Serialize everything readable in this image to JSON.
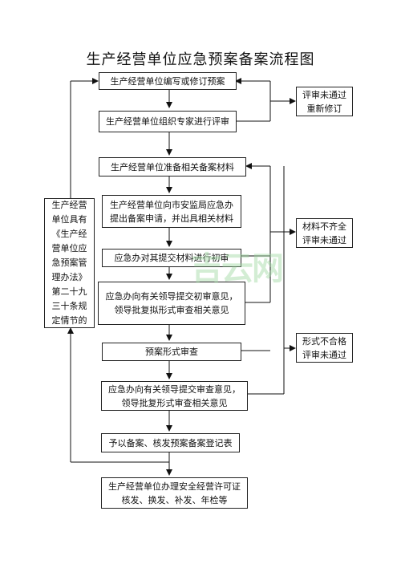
{
  "title": "生产经营单位应急预案备案流程图",
  "steps": [
    "生产经营单位编写或修订预案",
    "生产经营单位组织专家进行评审",
    "生产经营单位准备相关备案材料",
    "生产经营单位向市安监局应急办提出备案申请，并出具相关材料",
    "应急办对其提交材料进行初审",
    "应急办向有关领导提交初审意见，领导批复拟形式审查相关意见",
    "预案形式审查",
    "应急办向有关领导提交审查意见，领导批复形式审查相关意见",
    "予以备案、核发预案备案登记表",
    "生产经营单位办理安全经营许可证核发、换发、补发、年检等"
  ],
  "side_notes": [
    "评审未通过重新修订",
    "材料不齐全评审未通过",
    "形式不合格评审未通过"
  ],
  "left_note": "生产经营单位具有《生产经营单位应急预案管理办法》第二十九三十条规定情节的",
  "watermark": "吉云网"
}
